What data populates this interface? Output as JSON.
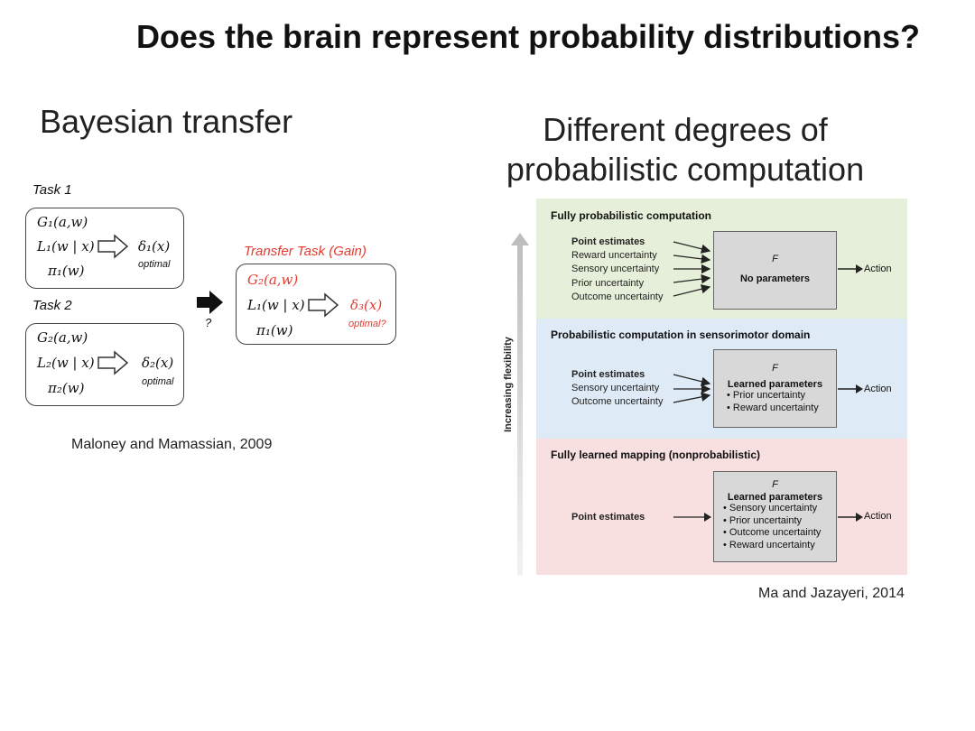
{
  "title": "Does the brain represent probability distributions?",
  "left": {
    "heading": "Bayesian transfer",
    "task1": {
      "label": "Task 1",
      "gain": "G₁(a,w)",
      "loss": "L₁(w | x)",
      "prior": "π₁(w)",
      "rule": "δ₁(x)",
      "note": "optimal"
    },
    "task2": {
      "label": "Task 2",
      "gain": "G₂(a,w)",
      "loss": "L₂(w | x)",
      "prior": "π₂(w)",
      "rule": "δ₂(x)",
      "note": "optimal"
    },
    "transfer": {
      "label": "Transfer Task (Gain)",
      "gain": "G₂(a,w)",
      "loss": "L₁(w | x)",
      "prior": "π₁(w)",
      "rule": "δ₃(x)",
      "note": "optimal?"
    },
    "question_mark": "?",
    "citation": "Maloney and Mamassian, 2009",
    "colors": {
      "highlight": "#e63a2e"
    }
  },
  "right": {
    "heading_line1": "Different degrees of",
    "heading_line2": "probabilistic computation",
    "axis_label": "Increasing flexibility",
    "panels": [
      {
        "title": "Fully probabilistic computation",
        "color": "#e6efd9",
        "inputs": [
          "Point estimates",
          "Reward uncertainty",
          "Sensory uncertainty",
          "Prior uncertainty",
          "Outcome uncertainty"
        ],
        "box_symbol": "F",
        "box_title": "No parameters",
        "box_items": [],
        "output": "Action"
      },
      {
        "title": "Probabilistic computation in sensorimotor domain",
        "color": "#deeaf5",
        "inputs": [
          "Point estimates",
          "Sensory uncertainty",
          "Outcome uncertainty"
        ],
        "box_symbol": "F",
        "box_title": "Learned parameters",
        "box_items": [
          "Prior uncertainty",
          "Reward uncertainty"
        ],
        "output": "Action"
      },
      {
        "title": "Fully learned mapping (nonprobabilistic)",
        "color": "#f8e0e0",
        "inputs": [
          "Point estimates"
        ],
        "box_symbol": "F",
        "box_title": "Learned parameters",
        "box_items": [
          "Sensory uncertainty",
          "Prior uncertainty",
          "Outcome uncertainty",
          "Reward uncertainty"
        ],
        "output": "Action"
      }
    ],
    "citation": "Ma and Jazayeri, 2014"
  }
}
